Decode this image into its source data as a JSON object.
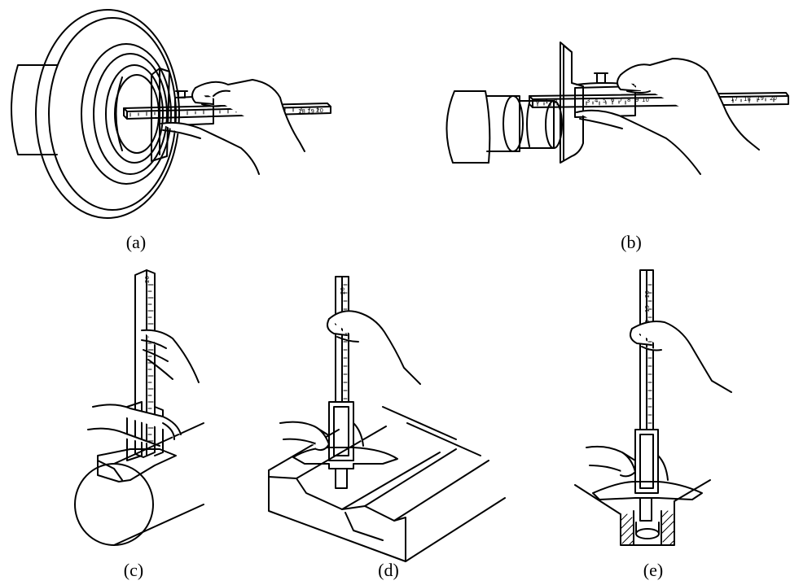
{
  "captions": {
    "a": "(a)",
    "b": "(b)",
    "c": "(c)",
    "d": "(d)",
    "e": "(e)"
  },
  "scale_numbers": {
    "a": [
      "18",
      "19",
      "20"
    ],
    "b": [
      "0",
      "1",
      "2",
      "3",
      "4",
      "5",
      "6",
      "7",
      "8",
      "9",
      "10",
      "17",
      "18",
      "19",
      "20"
    ],
    "c": [
      "20"
    ],
    "d": [
      "20"
    ],
    "e": [
      "18",
      "19",
      "20"
    ]
  }
}
